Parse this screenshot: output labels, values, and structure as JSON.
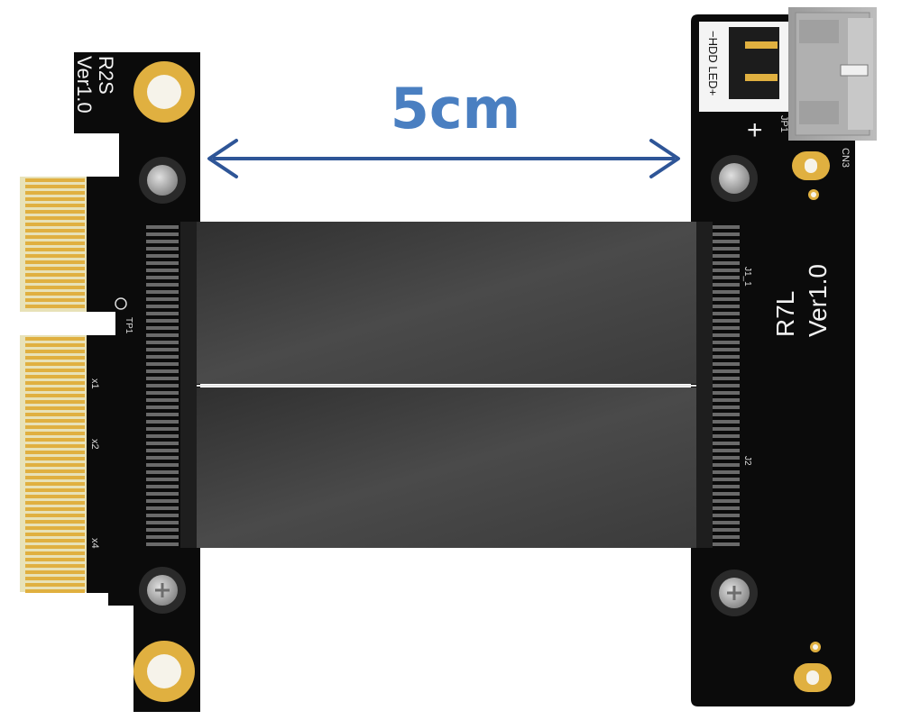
{
  "dimension": {
    "label": "5cm",
    "color": "#4a7fc1",
    "arrow_color": "#2e5597"
  },
  "left_board": {
    "name": "R2S",
    "version": "Ver1.0",
    "lane_labels": [
      "x1",
      "x2",
      "x4"
    ],
    "test_point": "TP1"
  },
  "right_board": {
    "name": "R7L",
    "version": "Ver1.0",
    "jumper_label": "JP1",
    "jumper_pins": "−HDD LED+",
    "connector_label": "CN3",
    "slot_labels": [
      "J1_1",
      "J2"
    ],
    "plus_sign": "+"
  },
  "colors": {
    "pcb": "#0b0b0b",
    "gold": "#e0b040",
    "cable": "#3c3c3c",
    "connector": "#a6a6a6"
  }
}
